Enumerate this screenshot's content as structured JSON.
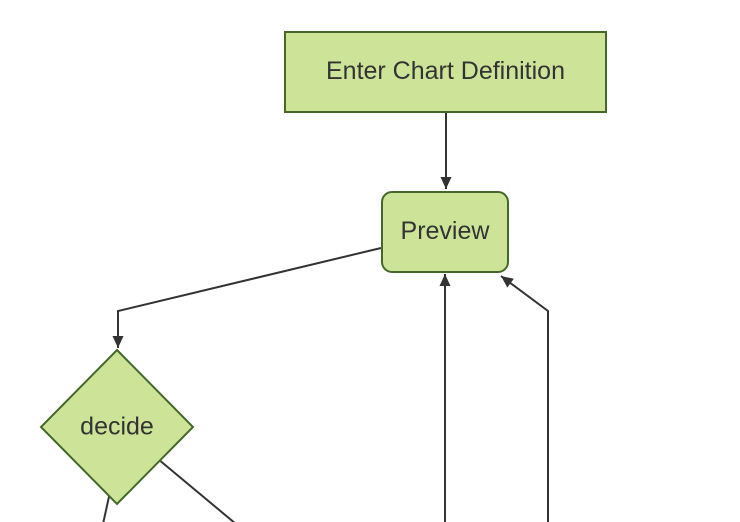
{
  "diagram": {
    "type": "flowchart",
    "direction": "top-down",
    "theme": "forest",
    "nodes": [
      {
        "id": "enter-chart-definition",
        "label": "Enter Chart Definition",
        "shape": "rectangle"
      },
      {
        "id": "preview",
        "label": "Preview",
        "shape": "rounded-rectangle"
      },
      {
        "id": "decide",
        "label": "decide",
        "shape": "diamond"
      }
    ],
    "edges": [
      {
        "from": "enter-chart-definition",
        "to": "preview",
        "arrowhead": true
      },
      {
        "from": "preview",
        "to": "decide",
        "arrowhead": true
      },
      {
        "from": "decide",
        "to": "offscreen-bottom-left",
        "arrowhead": false
      },
      {
        "from": "decide",
        "to": "offscreen-bottom-right",
        "arrowhead": false
      },
      {
        "from": "offscreen-bottom",
        "to": "preview",
        "arrowhead": true
      },
      {
        "from": "offscreen-bottom-right",
        "to": "preview",
        "arrowhead": true
      }
    ],
    "colors": {
      "node_fill": "#cde498",
      "node_border": "#44682a",
      "edge": "#333333",
      "text": "#333333",
      "background": "#ffffff"
    }
  }
}
